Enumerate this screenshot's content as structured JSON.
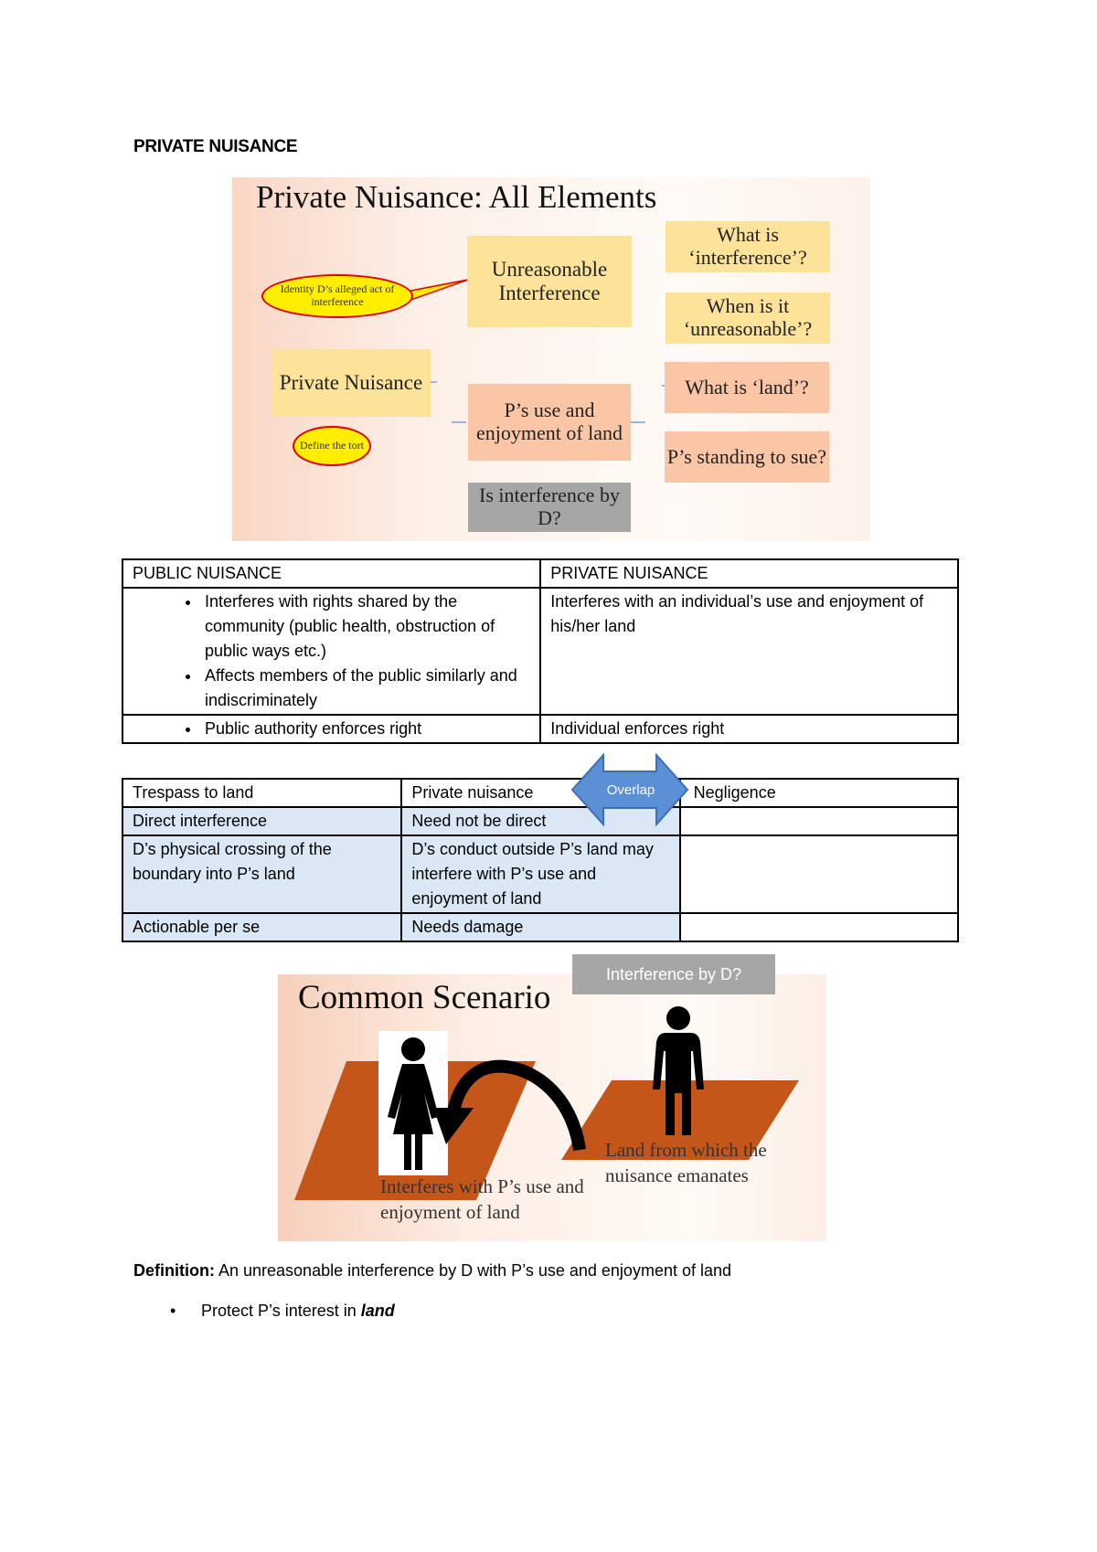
{
  "heading": "PRIVATE NUISANCE",
  "diagram": {
    "title": "Private Nuisance: All Elements",
    "center": "Private Nuisance",
    "unreasonable": "Unreasonable Interference",
    "use_enjoyment": "P’s use and enjoyment of land",
    "by_d": "Is interference by D?",
    "q_interference": "What is ‘interference’?",
    "q_unreasonable": "When is it ‘unreasonable’?",
    "q_land": "What is ‘land’?",
    "q_standing": "P’s standing to sue?",
    "bubble_identify": "Identity D’s alleged act of interference",
    "bubble_define": "Define the tort",
    "colors": {
      "yellow": "#fde39a",
      "salmon": "#fbc6a6",
      "gray": "#a6a6a6",
      "bubble": "#ffee00"
    }
  },
  "table1": {
    "headers": [
      "PUBLIC NUISANCE",
      "PRIVATE NUISANCE"
    ],
    "row1_left": [
      "Interferes with rights shared by the community (public health, obstruction of public ways etc.)",
      "Affects members of the public similarly and indiscriminately"
    ],
    "row1_right": "Interferes with an individual’s use and enjoyment of his/her land",
    "row2_left": "Public authority enforces right",
    "row2_right": "Individual enforces right"
  },
  "table2": {
    "headers": [
      "Trespass to land",
      "Private nuisance",
      "Negligence"
    ],
    "rows": [
      [
        "Direct interference",
        "Need not be direct",
        ""
      ],
      [
        "D’s physical crossing of the boundary into P’s land",
        "D’s conduct outside P’s land may interfere with P’s use and enjoyment of land",
        ""
      ],
      [
        "Actionable per se",
        "Needs damage",
        ""
      ]
    ],
    "overlap_label": "Overlap",
    "highlight_color": "#dae8f5"
  },
  "scenario": {
    "title": "Common Scenario",
    "tag": "Interference by D?",
    "p_land_caption": "Interferes with P’s use and enjoyment of land",
    "d_land_caption": "Land from which the nuisance emanates",
    "land_color": "#c5561a"
  },
  "definition": {
    "label": "Definition:",
    "text": " An unreasonable interference by D with P’s use and enjoyment of land"
  },
  "bullet": {
    "prefix": "Protect P’s interest in ",
    "emph": "land"
  }
}
